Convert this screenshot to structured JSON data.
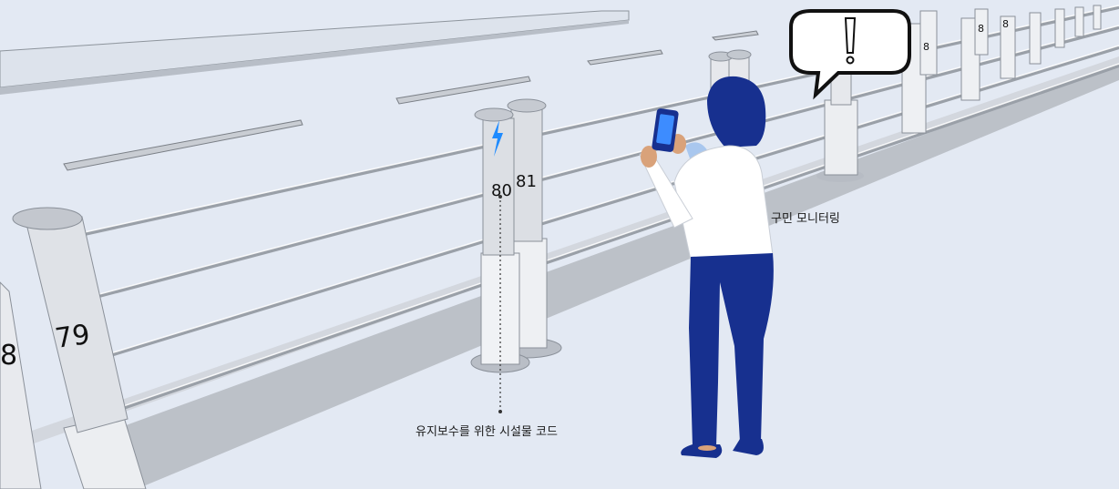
{
  "captions": {
    "facility_code": "유지보수를 위한 시설물 코드",
    "resident_monitoring": "구민 모니터링"
  },
  "posts": {
    "partial_left": "8",
    "left": "79",
    "center": "80",
    "center_back": "81",
    "far": [
      "8",
      "8",
      "8"
    ]
  },
  "alert": {
    "symbol": "!"
  },
  "colors": {
    "background": "#e3e9f3",
    "accent_blue": "#1e8bff",
    "person_navy": "#17308f",
    "speech_bubble": "#111111"
  }
}
